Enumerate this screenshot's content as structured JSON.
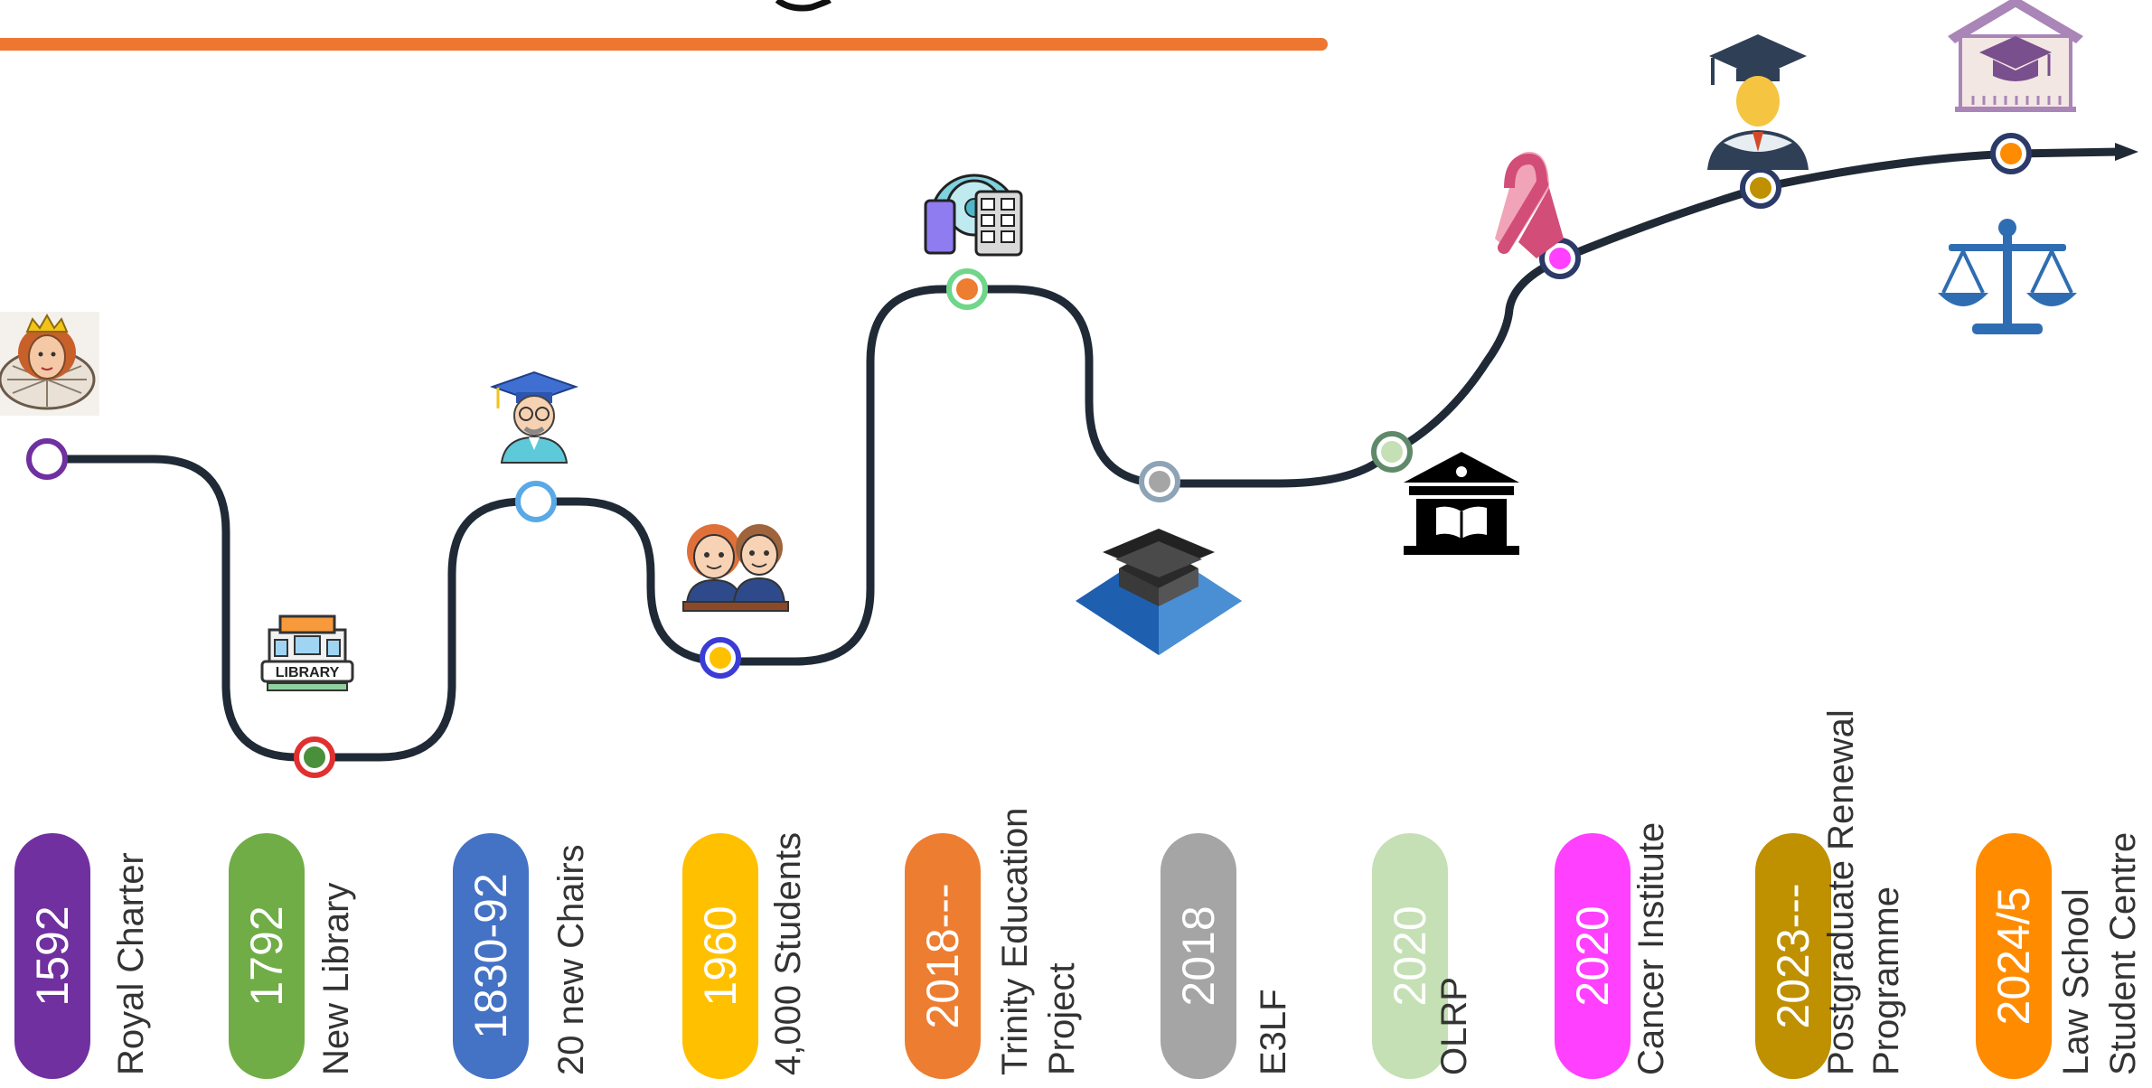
{
  "colors": {
    "path": "#1f2a36",
    "orange_rule": "#ed7630"
  },
  "events": [
    {
      "year": "1592",
      "label_lines": [
        "Royal Charter"
      ],
      "pill": "#7030a0",
      "year_text": "#ffffff",
      "node_ring": "#7030a0",
      "node_fill": "#ffffff",
      "icon": "queen-portrait-icon"
    },
    {
      "year": "1792",
      "label_lines": [
        "New Library"
      ],
      "pill": "#70ad47",
      "year_text": "#ffffff",
      "node_ring": "#e03030",
      "node_fill": "#4a8f3a",
      "icon": "library-building-icon"
    },
    {
      "year": "1830-92",
      "label_lines": [
        "20 new Chairs"
      ],
      "pill": "#4472c4",
      "year_text": "#ffffff",
      "node_ring": "#5aa9e6",
      "node_fill": "#ffffff",
      "icon": "professor-icon"
    },
    {
      "year": "1960",
      "label_lines": [
        "4,000 Students"
      ],
      "pill": "#ffc000",
      "year_text": "#ffffff",
      "node_ring": "#3b3bd6",
      "node_fill": "#ffc000",
      "icon": "students-icon"
    },
    {
      "year": "2018---",
      "label_lines": [
        "Trinity Education",
        "Project"
      ],
      "pill": "#ed7d31",
      "year_text": "#ffffff",
      "node_ring": "#6fd68a",
      "node_fill": "#ed7d31",
      "icon": "technology-devices-icon"
    },
    {
      "year": "2018",
      "label_lines": [
        "E3LF"
      ],
      "pill": "#a5a5a5",
      "year_text": "#ffffff",
      "node_ring": "#8ea3b5",
      "node_fill": "#a5a5a5",
      "icon": "graduation-pyramid-icon"
    },
    {
      "year": "2020",
      "label_lines": [
        "OLRP"
      ],
      "pill": "#c5e0b4",
      "year_text": "#ffffff",
      "node_ring": "#5f8a6a",
      "node_fill": "#c5e0b4",
      "icon": "museum-book-icon"
    },
    {
      "year": "2020",
      "label_lines": [
        "Cancer Institute"
      ],
      "pill": "#ff40ff",
      "year_text": "#ffffff",
      "node_ring": "#2b3a66",
      "node_fill": "#ff40ff",
      "icon": "awareness-ribbon-icon"
    },
    {
      "year": "2023---",
      "label_lines": [
        "Postgraduate Renewal",
        "Programme"
      ],
      "pill": "#bf9000",
      "year_text": "#ffffff",
      "node_ring": "#2b3a66",
      "node_fill": "#bf9000",
      "icon": "graduate-icon"
    },
    {
      "year": "2024/5",
      "label_lines": [
        "Law School",
        "Student Centre"
      ],
      "pill": "#ff8c00",
      "year_text": "#ffffff",
      "node_ring": "#2b3a66",
      "node_fill": "#ff8c00",
      "icon": "law-school-house-icon"
    }
  ],
  "extra_icon": "scales-of-justice-icon"
}
